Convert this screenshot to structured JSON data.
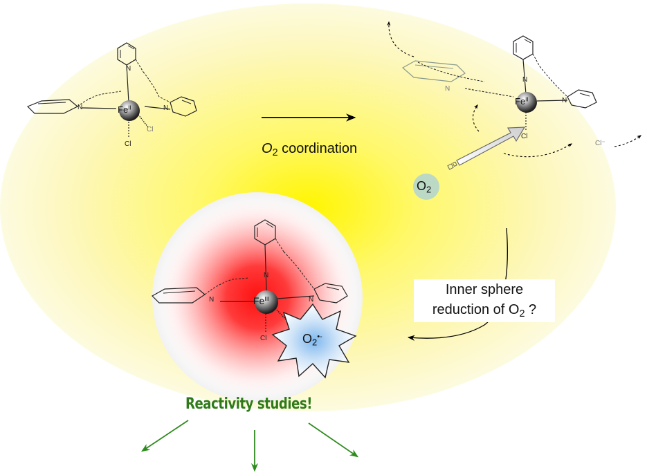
{
  "colors": {
    "ellipse_center": "#fff700",
    "ellipse_edge": "#fdfbd8",
    "glow_red": "#ff1a1a",
    "o2_bubble": "#bcd9c6",
    "reactivity_green": "#2e7a18",
    "arrow_green": "#2e8b1e",
    "starburst_core": "#8fc4f0"
  },
  "labels": {
    "o2_coordination": {
      "pre": "O",
      "sub": "2",
      "post": " coordination"
    },
    "inner_sphere_line1": "Inner sphere",
    "inner_sphere_line2_pre": "reduction of O",
    "inner_sphere_line2_sub": "2",
    "inner_sphere_line2_post": " ?",
    "o2_molecule": {
      "pre": "O",
      "sub": "2"
    },
    "superoxide": {
      "pre": "O",
      "sub": "2",
      "sup": "•-"
    },
    "reactivity": "Reactivity studies!",
    "chloride_free": "Cl⁻"
  },
  "complex_left": {
    "metal": "Fe",
    "ox": "II",
    "n_atoms": [
      "N",
      "N",
      "N"
    ],
    "cl_top": "Cl",
    "cl_bottom": "Cl"
  },
  "complex_right": {
    "metal": "Fe",
    "ox": "II",
    "n_atoms": [
      "N",
      "N",
      "N"
    ],
    "cl": "Cl"
  },
  "complex_center": {
    "metal": "Fe",
    "ox": "III",
    "n_atoms": [
      "N",
      "N",
      "N"
    ],
    "cl": "Cl"
  }
}
